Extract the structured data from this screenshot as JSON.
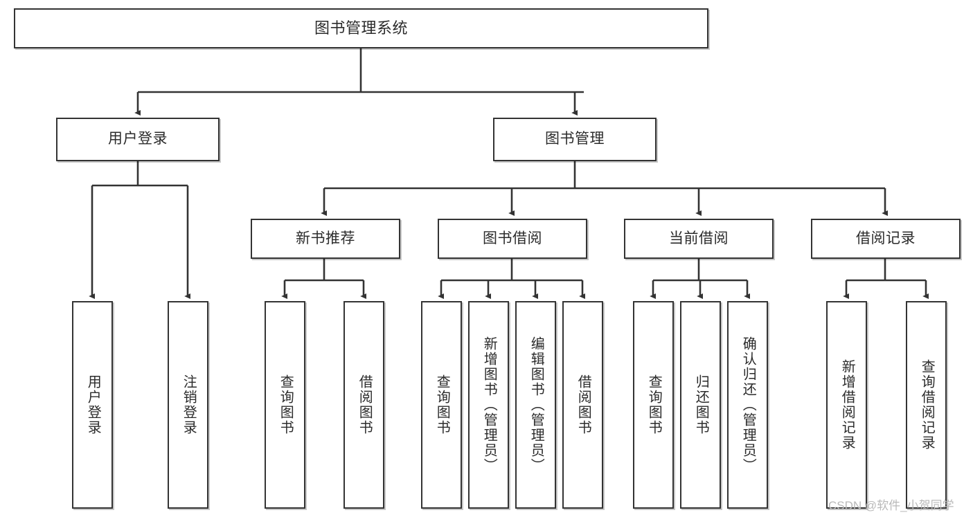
{
  "diagram": {
    "type": "tree-hierarchy",
    "title": "图书管理系统",
    "watermark": "CSDN @软件_小贺同学",
    "colors": {
      "box_border": "#333333",
      "box_fill": "#ffffff",
      "connector": "#333333",
      "text": "#2b2b2b",
      "watermark": "#b9b9b9",
      "background": "#ffffff"
    },
    "nodes": {
      "root": {
        "label": "图书管理系统",
        "level": 0,
        "orientation": "horizontal"
      },
      "l1_0": {
        "label": "用户登录",
        "level": 1,
        "orientation": "horizontal"
      },
      "l1_1": {
        "label": "图书管理",
        "level": 1,
        "orientation": "horizontal"
      },
      "l2_0": {
        "label": "新书推荐",
        "level": 2,
        "orientation": "horizontal"
      },
      "l2_1": {
        "label": "图书借阅",
        "level": 2,
        "orientation": "horizontal"
      },
      "l2_2": {
        "label": "当前借阅",
        "level": 2,
        "orientation": "horizontal"
      },
      "l2_3": {
        "label": "借阅记录",
        "level": 2,
        "orientation": "horizontal"
      },
      "leaf_0": {
        "label": "用户登录",
        "level": 3,
        "orientation": "vertical",
        "parent": "用户登录"
      },
      "leaf_1": {
        "label": "注销登录",
        "level": 3,
        "orientation": "vertical",
        "parent": "用户登录"
      },
      "leaf_2": {
        "label": "查询图书",
        "level": 3,
        "orientation": "vertical",
        "parent": "新书推荐"
      },
      "leaf_3": {
        "label": "借阅图书",
        "level": 3,
        "orientation": "vertical",
        "parent": "新书推荐"
      },
      "leaf_4": {
        "label": "查询图书",
        "level": 3,
        "orientation": "vertical",
        "parent": "图书借阅"
      },
      "leaf_5": {
        "label": "新增图书（管理员）",
        "level": 3,
        "orientation": "vertical",
        "parent": "图书借阅"
      },
      "leaf_6": {
        "label": "编辑图书（管理员）",
        "level": 3,
        "orientation": "vertical",
        "parent": "图书借阅"
      },
      "leaf_7": {
        "label": "借阅图书",
        "level": 3,
        "orientation": "vertical",
        "parent": "图书借阅"
      },
      "leaf_8": {
        "label": "查询图书",
        "level": 3,
        "orientation": "vertical",
        "parent": "当前借阅"
      },
      "leaf_9": {
        "label": "归还图书",
        "level": 3,
        "orientation": "vertical",
        "parent": "当前借阅"
      },
      "leaf_10": {
        "label": "确认归还（管理员）",
        "level": 3,
        "orientation": "vertical",
        "parent": "当前借阅"
      },
      "leaf_11": {
        "label": "新增借阅记录",
        "level": 3,
        "orientation": "vertical",
        "parent": "借阅记录"
      },
      "leaf_12": {
        "label": "查询借阅记录",
        "level": 3,
        "orientation": "vertical",
        "parent": "借阅记录"
      }
    }
  }
}
